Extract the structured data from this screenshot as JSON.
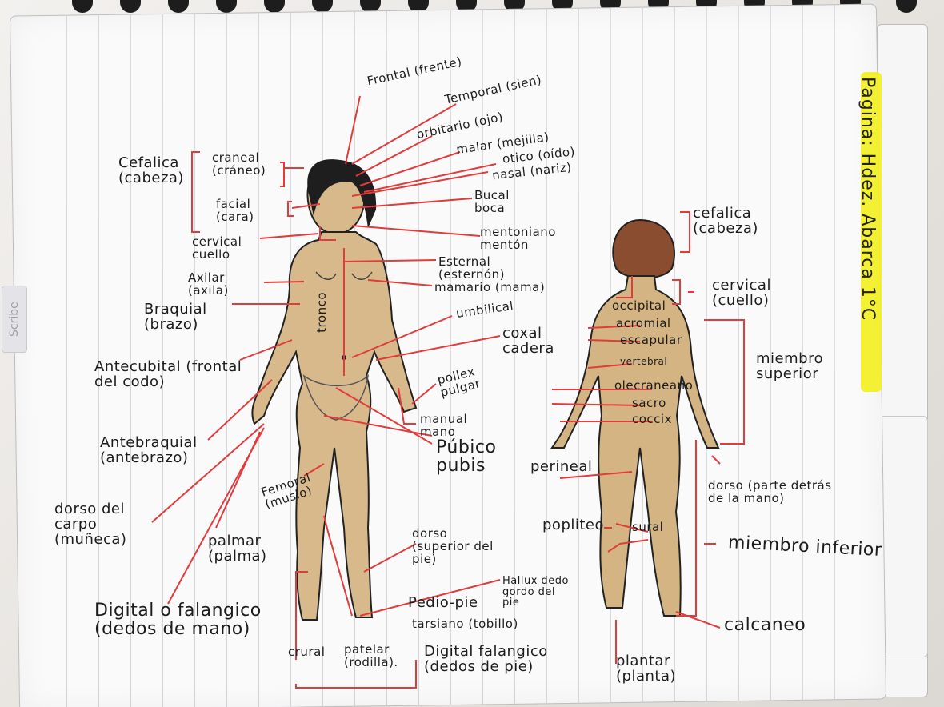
{
  "sidebar_tab": "Scribe",
  "header_label": "Pagina: Hdez. Abarca 1°C",
  "front_labels": {
    "frontal": "Frontal (frente)",
    "temporal": "Temporal (sien)",
    "orbitario": "orbitario (ojo)",
    "malar": "malar (mejilla)",
    "otico": "otico (oído)",
    "nasal": "nasal (nariz)",
    "bucal": "Bucal boca",
    "mentoniano": "mentoniano mentón",
    "cefalica": "Cefalica (cabeza)",
    "craneal": "craneal (cráneo)",
    "facial": "facial (cara)",
    "cervical": "cervical cuello",
    "esternal": "Esternal (esternón)",
    "axilar": "Axilar (axila)",
    "mamario": "mamario (mama)",
    "braquial": "Braquial (brazo)",
    "umbilical": "umbilical",
    "coxal": "coxal cadera",
    "tronco": "tronco",
    "antecubital": "Antecubital (frontal del codo)",
    "pollex": "pollex pulgar",
    "manual": "manual mano",
    "antebraquial": "Antebraquial (antebrazo)",
    "pubico": "Púbico pubis",
    "femoral": "Femoral (muslo)",
    "carpo": "dorso del carpo (muñeca)",
    "palmar": "palmar (palma)",
    "dorso_pie": "dorso (superior del pie)",
    "hallux": "Hallux dedo gordo del pie",
    "pedio": "Pedio-pie",
    "tarsiano": "tarsiano (tobillo)",
    "digital": "Digital o falangico (dedos de mano)",
    "crural": "crural",
    "patelar": "patelar (rodilla).",
    "digital_pie": "Digital falangico (dedos de pie)"
  },
  "back_labels": {
    "cefalica": "cefalica (cabeza)",
    "cervical": "cervical (cuello)",
    "occipital": "occipital",
    "acromial": "acromial",
    "escapular": "escapular",
    "vertebral": "vertebral",
    "olecraneano": "olecraneano",
    "sacro": "sacro",
    "coccix": "coccix",
    "miembro_superior": "miembro superior",
    "perineal": "perineal",
    "dorso_mano": "dorso (parte detrás de la mano)",
    "popliteo": "popliteo",
    "sural": "sural",
    "miembro_inferior": "miembro inferior",
    "calcaneo": "calcaneo",
    "plantar": "plantar (planta)"
  },
  "colors": {
    "line": "#e23b3b",
    "skin": "#d8b98b",
    "skin_back": "#d4b482",
    "hair": "#1e1e1e",
    "hair_back": "#8a4d2f",
    "highlight": "#f3f01f",
    "paper_line": "#b9b9bd"
  }
}
